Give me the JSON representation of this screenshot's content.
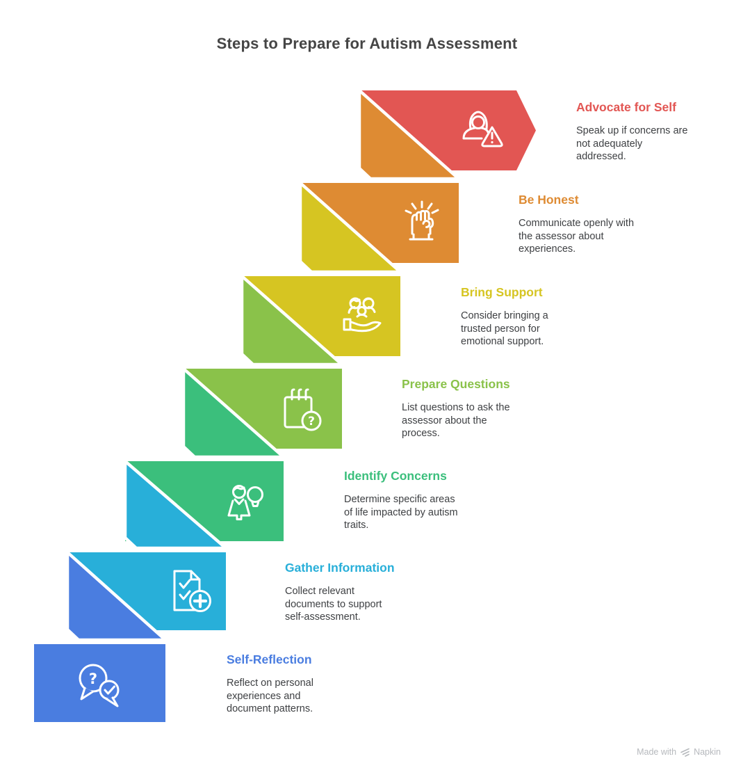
{
  "title": "Steps to Prepare for Autism Assessment",
  "glyphs": {
    "question": "?"
  },
  "steps": [
    {
      "label": "Advocate for Self",
      "description": "Speak up if concerns are\nnot adequately\naddressed.",
      "color": "#E25653",
      "icon": "person-warning-icon"
    },
    {
      "label": "Be Honest",
      "description": "Communicate openly with\nthe assessor about\nexperiences.",
      "color": "#DE8B33",
      "icon": "raised-fist-icon"
    },
    {
      "label": "Bring Support",
      "description": "Consider bringing a\ntrusted person for\nemotional support.",
      "color": "#D6C522",
      "icon": "family-support-icon"
    },
    {
      "label": "Prepare Questions",
      "description": "List questions to ask the\nassessor about the\nprocess.",
      "color": "#8AC24A",
      "icon": "notepad-question-icon"
    },
    {
      "label": "Identify Concerns",
      "description": "Determine specific areas\nof life impacted by autism\ntraits.",
      "color": "#3BBF7C",
      "icon": "person-lightbulb-icon"
    },
    {
      "label": "Gather Information",
      "description": "Collect relevant\ndocuments to support\nself-assessment.",
      "color": "#28AFD9",
      "icon": "document-check-plus-icon"
    },
    {
      "label": "Self-Reflection",
      "description": "Reflect on personal\nexperiences and\ndocument patterns.",
      "color": "#4A7DE0",
      "icon": "speech-bubbles-icon"
    }
  ],
  "footer": {
    "made_with": "Made with",
    "brand": "Napkin"
  }
}
